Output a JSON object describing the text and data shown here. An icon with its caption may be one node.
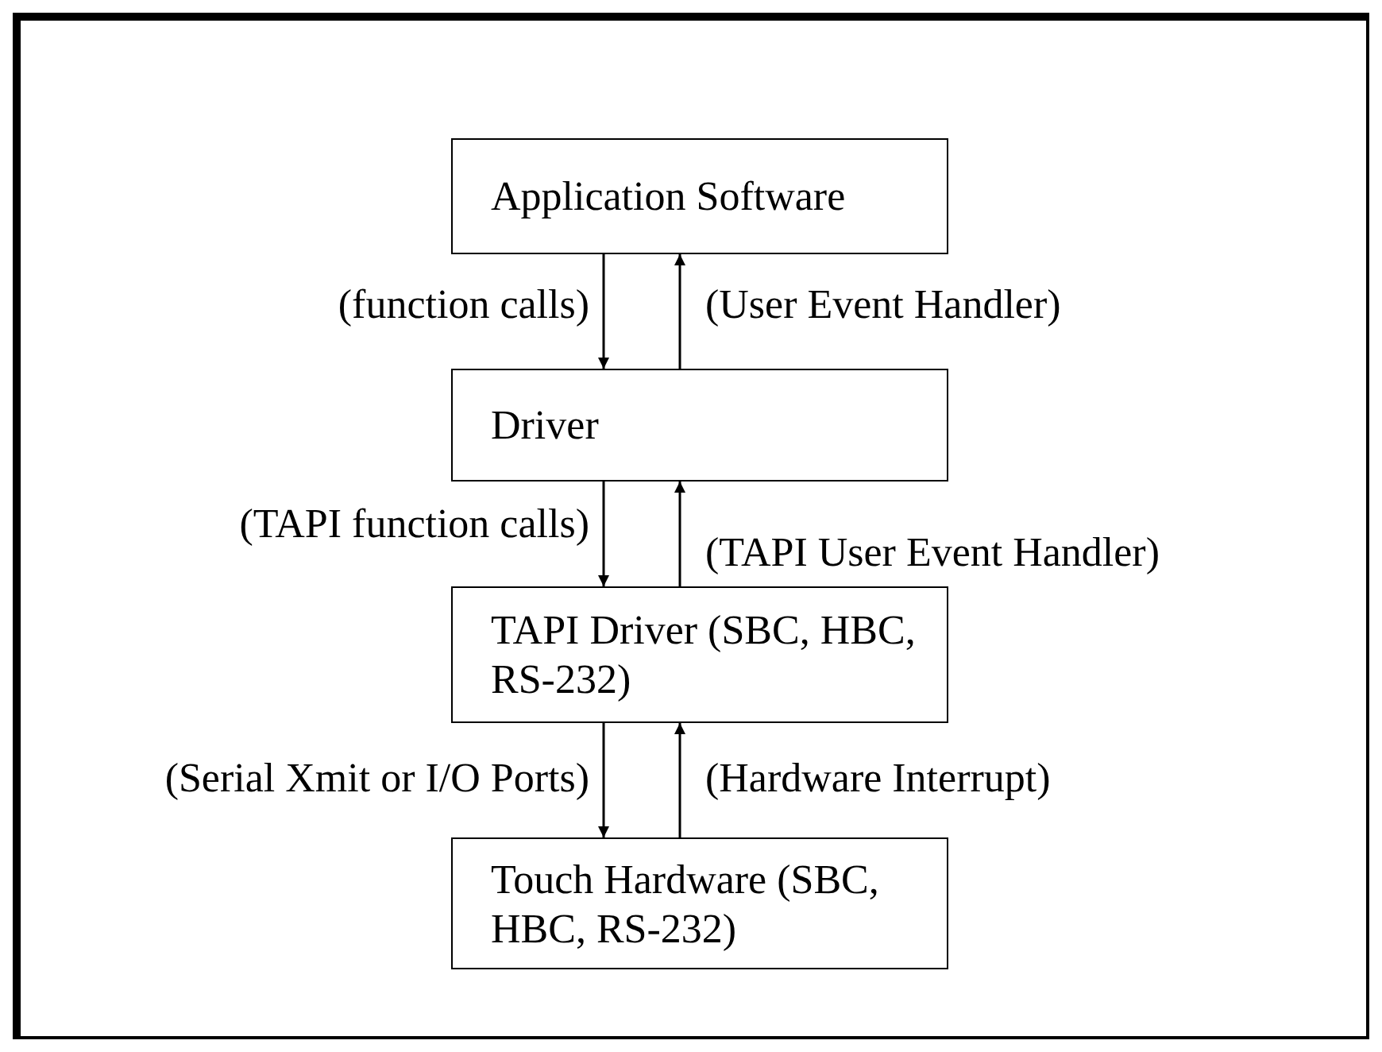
{
  "diagram": {
    "nodes": [
      {
        "text": [
          "Application Software"
        ]
      },
      {
        "text": [
          "Driver"
        ]
      },
      {
        "text": [
          "TAPI Driver (SBC, HBC, RS-232)"
        ]
      },
      {
        "text": [
          "Touch Hardware (SBC, HBC, RS-232)"
        ]
      }
    ],
    "edges": [
      {
        "from": 0,
        "to": 1,
        "arrow": "to",
        "label": "(function calls)"
      },
      {
        "from": 1,
        "to": 0,
        "arrow": "to",
        "label": "(User Event Handler)"
      },
      {
        "from": 1,
        "to": 2,
        "arrow": "to",
        "label": "(TAPI function calls)"
      },
      {
        "from": 2,
        "to": 1,
        "arrow": "to",
        "label": "(TAPI User Event Handler)"
      },
      {
        "from": 2,
        "to": 3,
        "arrow": "to",
        "label": "(Serial Xmit or I/O Ports)"
      },
      {
        "from": 3,
        "to": 2,
        "arrow": "to",
        "label": "(Hardware Interrupt)"
      }
    ]
  }
}
